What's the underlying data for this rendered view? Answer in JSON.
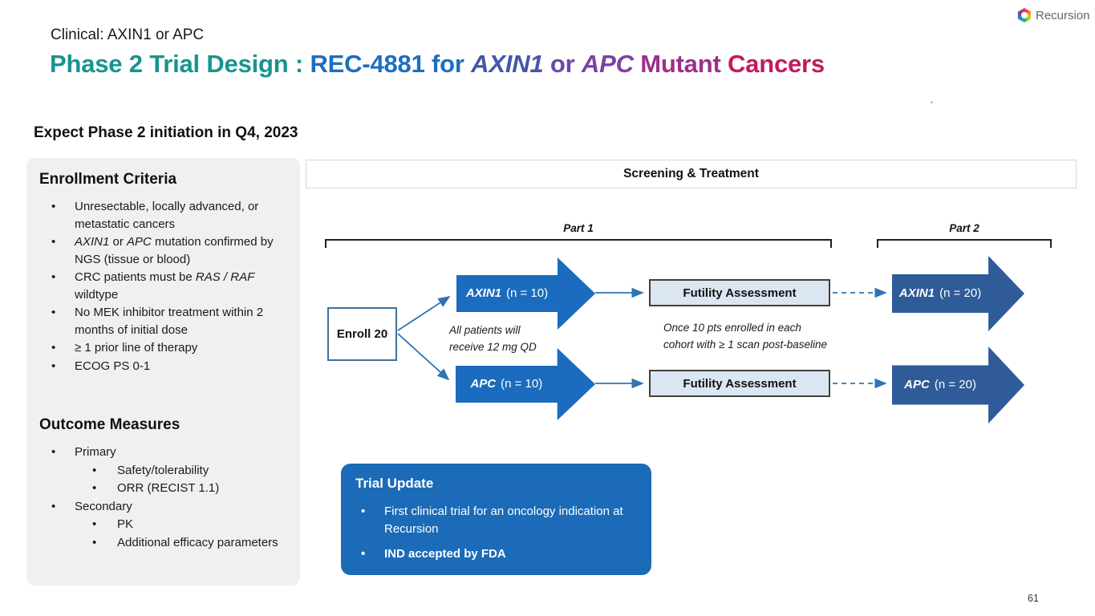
{
  "slide": {
    "eyebrow": "Clinical: AXIN1 or APC",
    "title": {
      "seg_teal": "Phase 2 Trial Design : ",
      "seg_blue": "REC-4881 for ",
      "seg_axin1": "AXIN1",
      "seg_or": "  or ",
      "seg_apc": "APC",
      "seg_mutant": " Mutant ",
      "seg_cancers": "Cancers"
    },
    "expectation": "Expect Phase 2 initiation in Q4, 2023",
    "page_number": "61"
  },
  "logo": {
    "text": "Recursion",
    "icon": "recursion-hexagon-icon"
  },
  "enrollment": {
    "title": "Enrollment Criteria",
    "b1": "Unresectable, locally advanced, or metastatic cancers",
    "b2_gene1": "AXIN1",
    "b2_mid": " or ",
    "b2_gene2": "APC",
    "b2_rest": " mutation confirmed by NGS (tissue or blood)",
    "b3_pre": "CRC patients must be ",
    "b3_genes": "RAS / RAF",
    "b3_post": " wildtype",
    "b4": "No MEK inhibitor treatment within 2 months of initial dose",
    "b5": "≥ 1 prior line of therapy",
    "b6": "ECOG PS 0-1"
  },
  "outcome": {
    "title": "Outcome Measures",
    "primary_label": "Primary",
    "primary_sub1": "Safety/tolerability",
    "primary_sub2": "ORR (RECIST 1.1)",
    "secondary_label": "Secondary",
    "secondary_sub1": "PK",
    "secondary_sub2": "Additional efficacy parameters"
  },
  "diagram": {
    "header": "Screening & Treatment",
    "part1_label": "Part 1",
    "part2_label": "Part 2",
    "enroll_box": "Enroll 20",
    "arrows": {
      "axin1_p1": {
        "gene": "AXIN1",
        "n": "(n = 10)"
      },
      "apc_p1": {
        "gene": "APC",
        "n": "(n = 10)"
      },
      "axin1_p2": {
        "gene": "AXIN1",
        "n": "(n = 20)"
      },
      "apc_p2": {
        "gene": "APC",
        "n": "(n = 20)"
      }
    },
    "futility_label": "Futility Assessment",
    "note_dose": "All patients will\nreceive 12 mg QD",
    "note_futility": "Once 10 pts enrolled in each\ncohort with ≥ 1 scan post-baseline"
  },
  "trial_update": {
    "title": "Trial Update",
    "bullet1": "First clinical trial for an oncology indication at Recursion",
    "bullet2": "IND accepted by FDA"
  },
  "colors": {
    "title_teal": "#17948E",
    "title_blue": "#1C6EC2",
    "title_indigo": "#4456AB",
    "title_purple": "#7B42A5",
    "title_magenta": "#9C2F8C",
    "title_crimson": "#C4195E",
    "part1_arrow_blue": "#1B6CBE",
    "part2_arrow_navy": "#2F5B98",
    "connector_blue": "#2E74B5",
    "futility_fill": "#DCE6F2",
    "panel_gray": "#F0F0F0",
    "update_box_blue": "#1B6BB8"
  }
}
